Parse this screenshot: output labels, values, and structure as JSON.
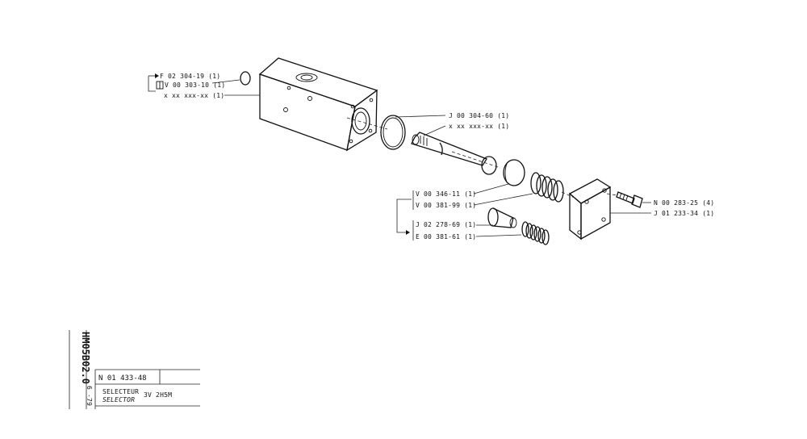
{
  "parts": {
    "f_02304_19": "F 02 304-19 (1)",
    "v_00303_10": "V 00 303-10 (1)",
    "x_body": "x xx xxx-xx (1)",
    "j_00304_60": "J 00 304-60 (1)",
    "x_spool": "x xx xxx-xx (1)",
    "v_00346_11": "V 00 346-11 (1)",
    "v_00381_99": "V 00 381-99 (1)",
    "j_02278_69": "J 02 278-69 (1)",
    "e_00381_61": "E 00 381-61 (1)",
    "n_00283_25": "N 00 283-25 (4)",
    "j_01233_34": "J 01 233-34 (1)"
  },
  "title_block": {
    "drawing_code": "HM05B02.0",
    "date": "6 -79",
    "part_number": "N 01 433-48",
    "name_fr": "SELECTEUR",
    "name_en": "SELECTOR",
    "model": "3V 2H5M"
  }
}
